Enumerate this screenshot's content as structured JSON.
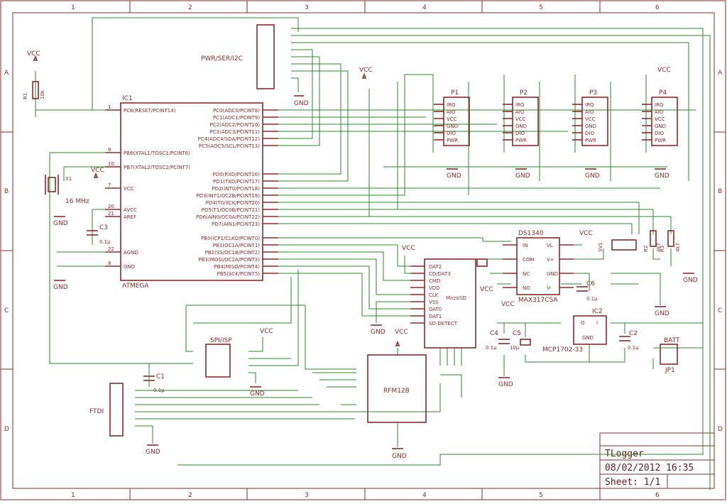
{
  "grid": {
    "columns": [
      "1",
      "2",
      "3",
      "4",
      "5",
      "6"
    ],
    "rows": [
      "A",
      "B",
      "C",
      "D"
    ]
  },
  "title_block": {
    "title": "TLogger",
    "date": "08/02/2012 16:35",
    "sheet": "Sheet: 1/1"
  },
  "labels": {
    "vcc": "VCC",
    "gnd": "GND",
    "r1_name": "R1",
    "r1_value": "10k",
    "crystal_name": "X1",
    "crystal_value": "16 MHz",
    "c3_name": "C3",
    "c3_value": "0.1µ",
    "c1_name": "C1",
    "c1_value": "0.1µ",
    "ic1_name": "IC1",
    "ic1_value": "ATMEGA",
    "pwr_header": "PWR/SER/I2C",
    "spi_header": "SPI/ISP",
    "ftdi_header": "FTDI",
    "microsd_name": "MicroSD",
    "rfm_name": "RFM12B",
    "ds_name": "DS1340",
    "ds_value": "MAX317CSA",
    "ic2_name": "IC2",
    "ic2_value": "MCP1702-33",
    "c4": "C4",
    "c4_value": "0.1µ",
    "c5": "C5",
    "c5_value": "10µ",
    "c2": "C2",
    "c2_value": "0.1µ",
    "c6": "C6",
    "c6_value": "0.1µ",
    "batt": "BATT",
    "jp1": "JP1",
    "ic2_pins": [
      "O",
      "I"
    ],
    "ic2_gnd": "GND",
    "r2": "R2",
    "r3": "R3",
    "r2_value": "4k7",
    "r3_value": "4k7",
    "svin": "SV1"
  },
  "ic1_left_pins": [
    {
      "num": "1",
      "name": "PC6(RESET/PCINT14)"
    },
    {
      "num": "9",
      "name": "PB6(XTAL1/TOSC1/PCINT6)"
    },
    {
      "num": "10",
      "name": "PB7(XTAL2/TOSC2/PCINT7)"
    },
    {
      "num": "7",
      "name": "VCC"
    },
    {
      "num": "20",
      "name": "AVCC"
    },
    {
      "num": "21",
      "name": "AREF"
    },
    {
      "num": "22",
      "name": "AGND"
    },
    {
      "num": "8",
      "name": "GND"
    }
  ],
  "ic1_right_pins": [
    "PC0(ADC0/PCINT8)",
    "PC1(ADC1/PCINT9)",
    "PC2(ADC2/PCINT10)",
    "PC3(ADC3/PCINT11)",
    "PC4(ADC4/SDA/PCINT12)",
    "PC5(ADC5/SCL/PCINT13)",
    "PD0(RXD/PCINT16)",
    "PD1(TXD/PCINT17)",
    "PD2(INT0/PCINT18)",
    "PD3(INT1/OC2B/PCINT19)",
    "PD4(T0/XCK/PCINT20)",
    "PD5(T1/OC0B/PCINT21)",
    "PD6(AIN0/OC0A/PCINT22)",
    "PD7(AIN1/PCINT23)",
    "PB0(ICP1/CLKO/PCINT0)",
    "PB1(OC1A/PCINT1)",
    "PB2(SS/OC1B/PCINT2)",
    "PB3(MOSI/OC2A/PCINT3)",
    "PB4(MISO/PCINT4)",
    "PB5(SCK/PCINT5)"
  ],
  "port_pins": [
    "IRQ",
    "AIO",
    "VCC",
    "GND",
    "DIO",
    "PWR"
  ],
  "ports": [
    "P1",
    "P2",
    "P3",
    "P4"
  ],
  "microsd_pins": [
    "DAT2",
    "CD/DAT3",
    "CMD",
    "VDD",
    "CLK",
    "VSS",
    "DAT0",
    "DAT1",
    "SD-DETECT"
  ],
  "ds_left": [
    "IN",
    "COM",
    "NC",
    "NO"
  ],
  "ds_right": [
    "VL",
    "V+",
    "GND",
    "V-"
  ]
}
